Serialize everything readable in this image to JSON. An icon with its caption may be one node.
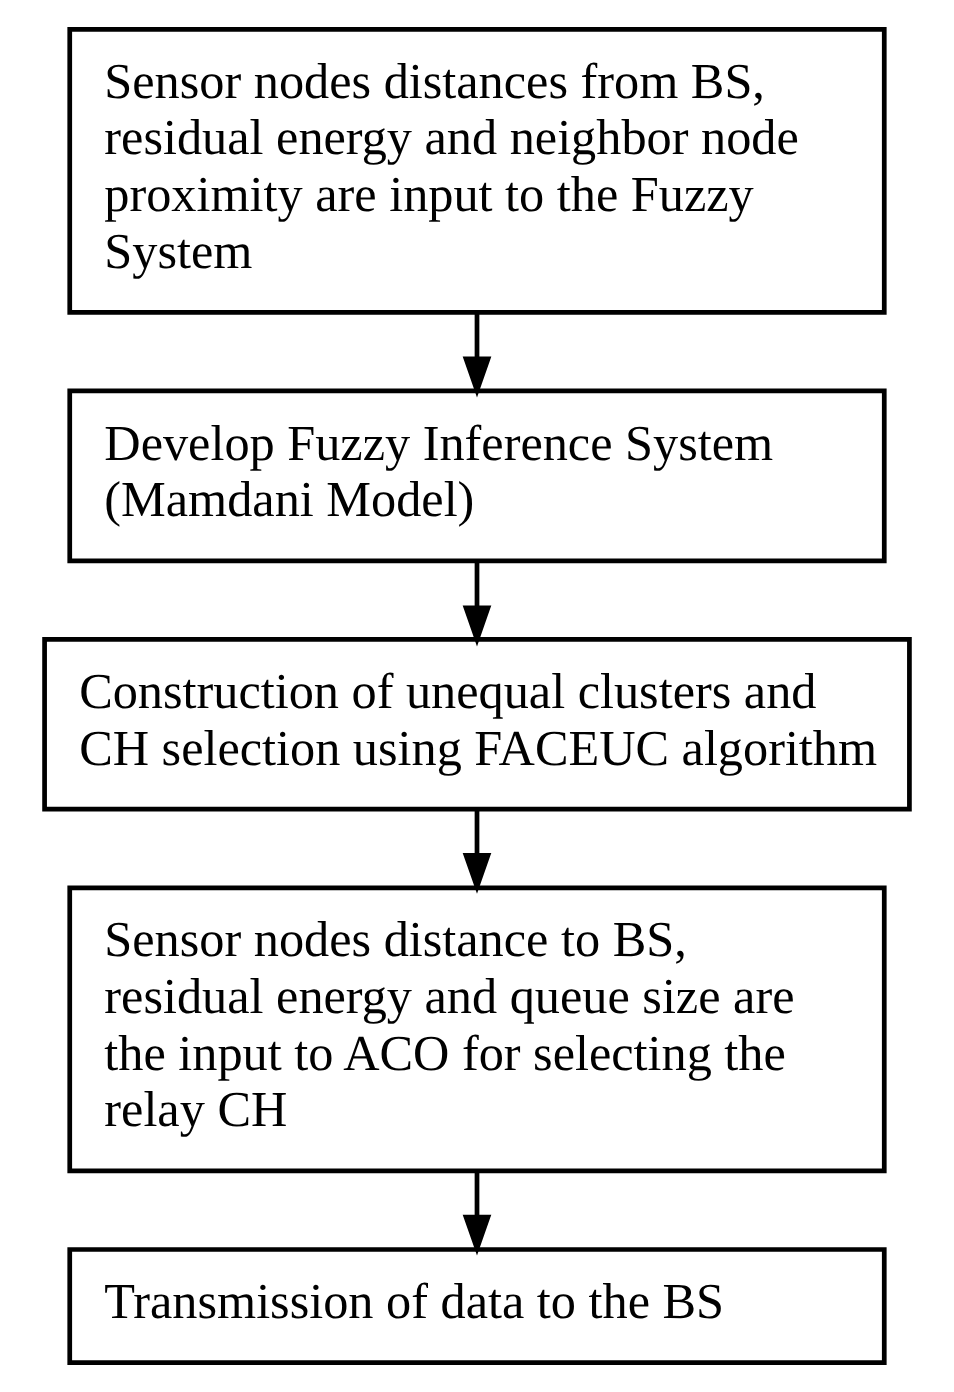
{
  "diagram": {
    "nodes": [
      {
        "text": [
          "Sensor nodes distances from BS, residual energy and neighbor node proximity are input to the Fuzzy System"
        ]
      },
      {
        "text": [
          "Develop Fuzzy Inference System (Mamdani Model)"
        ]
      },
      {
        "text": [
          "Construction of unequal clusters and CH selection using FACEUC algorithm"
        ]
      },
      {
        "text": [
          "Sensor nodes distance to BS, residual energy and queue size are the input to ACO for selecting the relay CH"
        ]
      },
      {
        "text": [
          "Transmission of data to the BS"
        ]
      }
    ],
    "edges": [
      {
        "from": 0,
        "to": 1,
        "arrow": "to"
      },
      {
        "from": 1,
        "to": 2,
        "arrow": "to"
      },
      {
        "from": 2,
        "to": 3,
        "arrow": "to"
      },
      {
        "from": 3,
        "to": 4,
        "arrow": "to"
      }
    ]
  }
}
